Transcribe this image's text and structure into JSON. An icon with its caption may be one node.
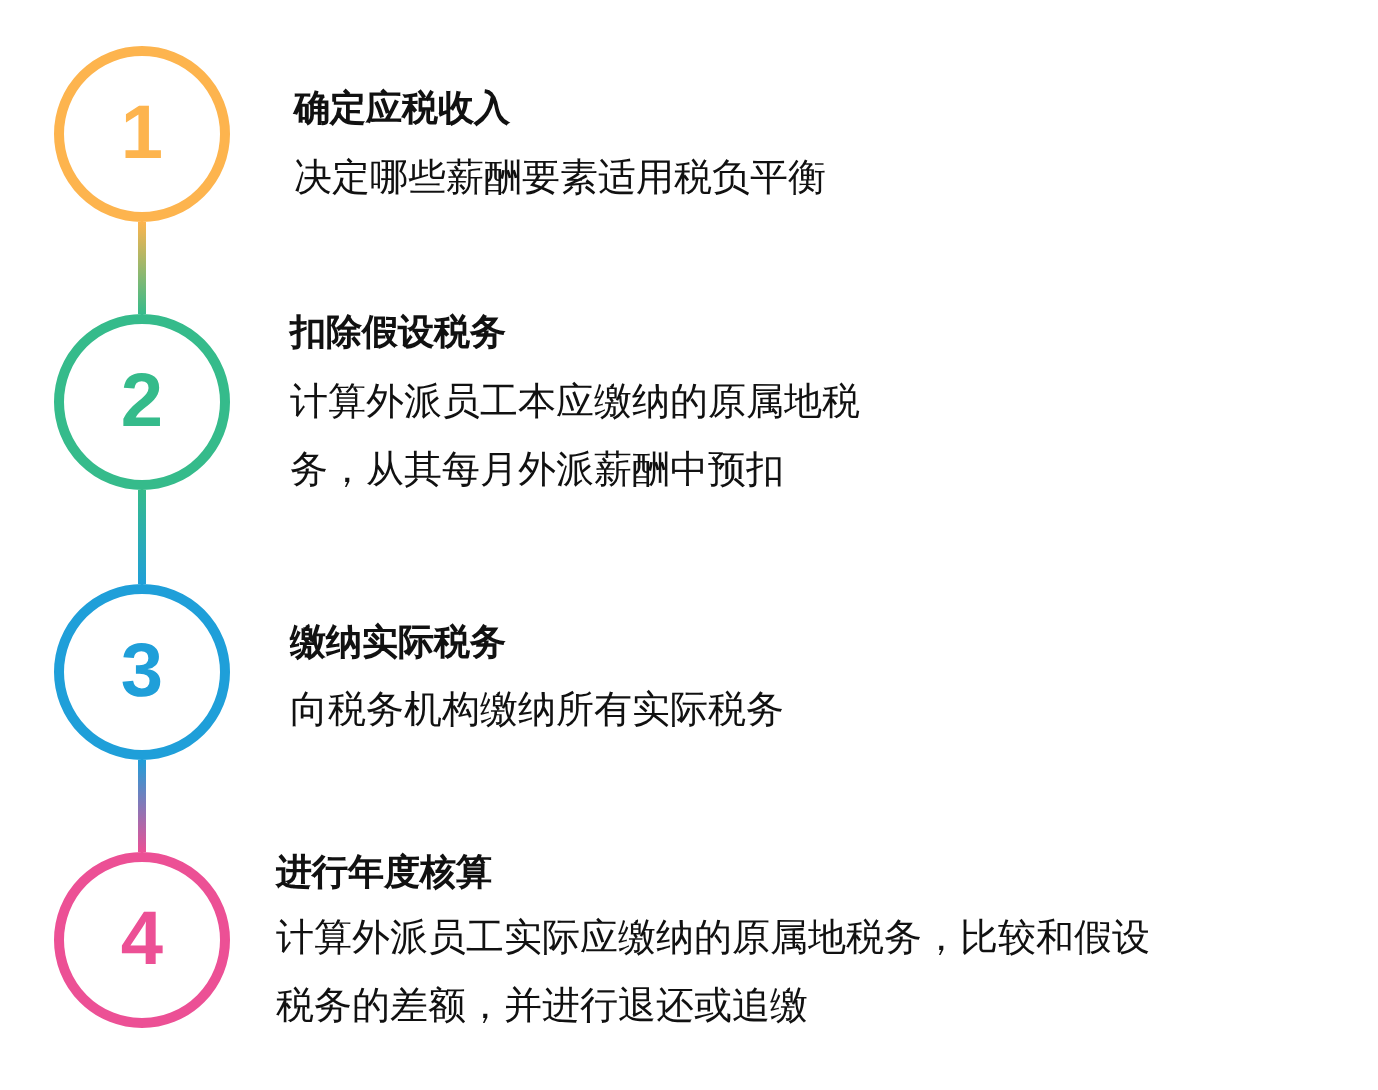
{
  "diagram": {
    "nodes": [
      {
        "text": [
          "1"
        ],
        "beside": [
          "确定应税收入",
          "决定哪些薪酬要素适用税负平衡"
        ]
      },
      {
        "text": [
          "2"
        ],
        "beside": [
          "扣除假设税务",
          "计算外派员工本应缴纳的原属地税务，从其每月外派薪酬中预扣"
        ]
      },
      {
        "text": [
          "3"
        ],
        "beside": [
          "缴纳实际税务",
          "向税务机构缴纳所有实际税务"
        ]
      },
      {
        "text": [
          "4"
        ],
        "beside": [
          "进行年度核算",
          "计算外派员工实际应缴纳的原属地税务，比较和假设税务的差额，并进行退还或追缴"
        ]
      }
    ],
    "edges": [
      {
        "from": 0,
        "to": 1,
        "arrow": "none"
      },
      {
        "from": 1,
        "to": 2,
        "arrow": "none"
      },
      {
        "from": 2,
        "to": 3,
        "arrow": "none"
      }
    ]
  }
}
